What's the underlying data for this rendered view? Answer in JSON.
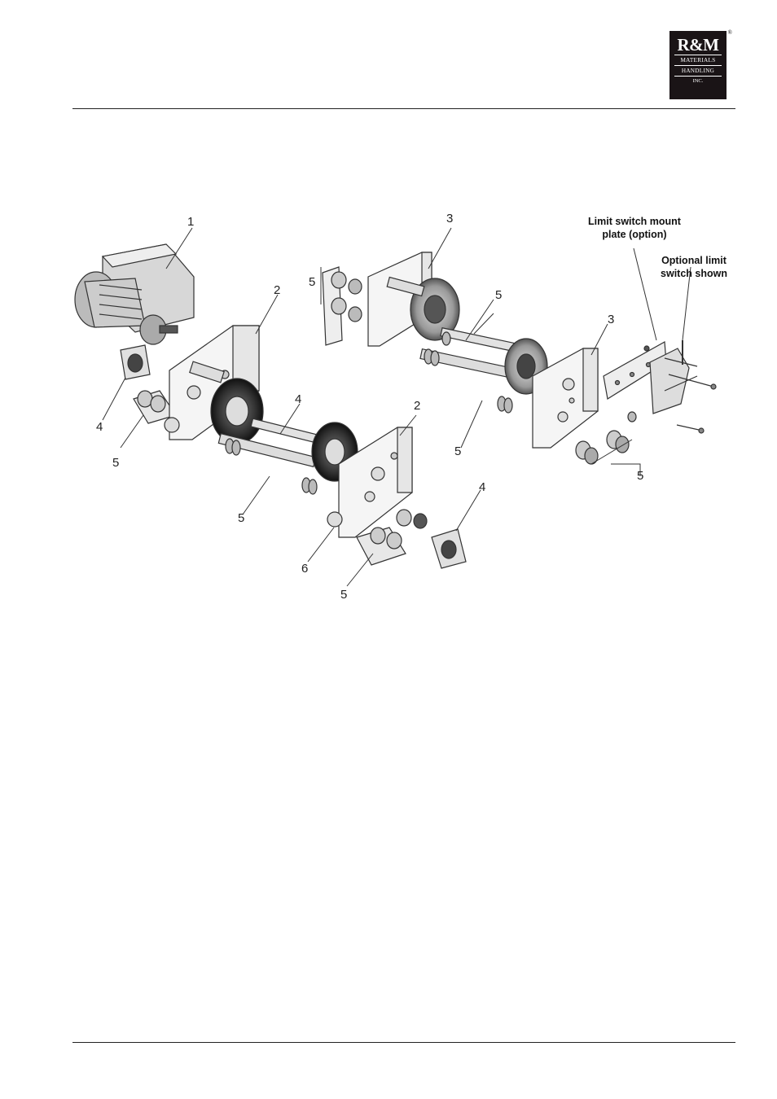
{
  "logo": {
    "top": "R&M",
    "line1": "MATERIALS",
    "line2": "HANDLING",
    "line3": "INC.",
    "reg": "®"
  },
  "figure": {
    "callouts": {
      "limit_plate_1": "Limit switch mount",
      "limit_plate_2": "plate (option)",
      "optional_switch_1": "Optional limit",
      "optional_switch_2": "switch shown"
    },
    "part_numbers": {
      "motor": "1",
      "drive_side_plate_a": "2",
      "drive_side_plate_b": "2",
      "idler_side_plate_a": "3",
      "idler_side_plate_b": "3",
      "bearing_cover_a": "4",
      "bearing_cover_b": "4",
      "bearing_cover_c": "4",
      "hardware_a": "5",
      "hardware_b": "5",
      "hardware_c": "5",
      "hardware_d": "5",
      "hardware_e": "5",
      "hardware_f": "5",
      "hardware_g": "5",
      "bumper": "6"
    }
  }
}
